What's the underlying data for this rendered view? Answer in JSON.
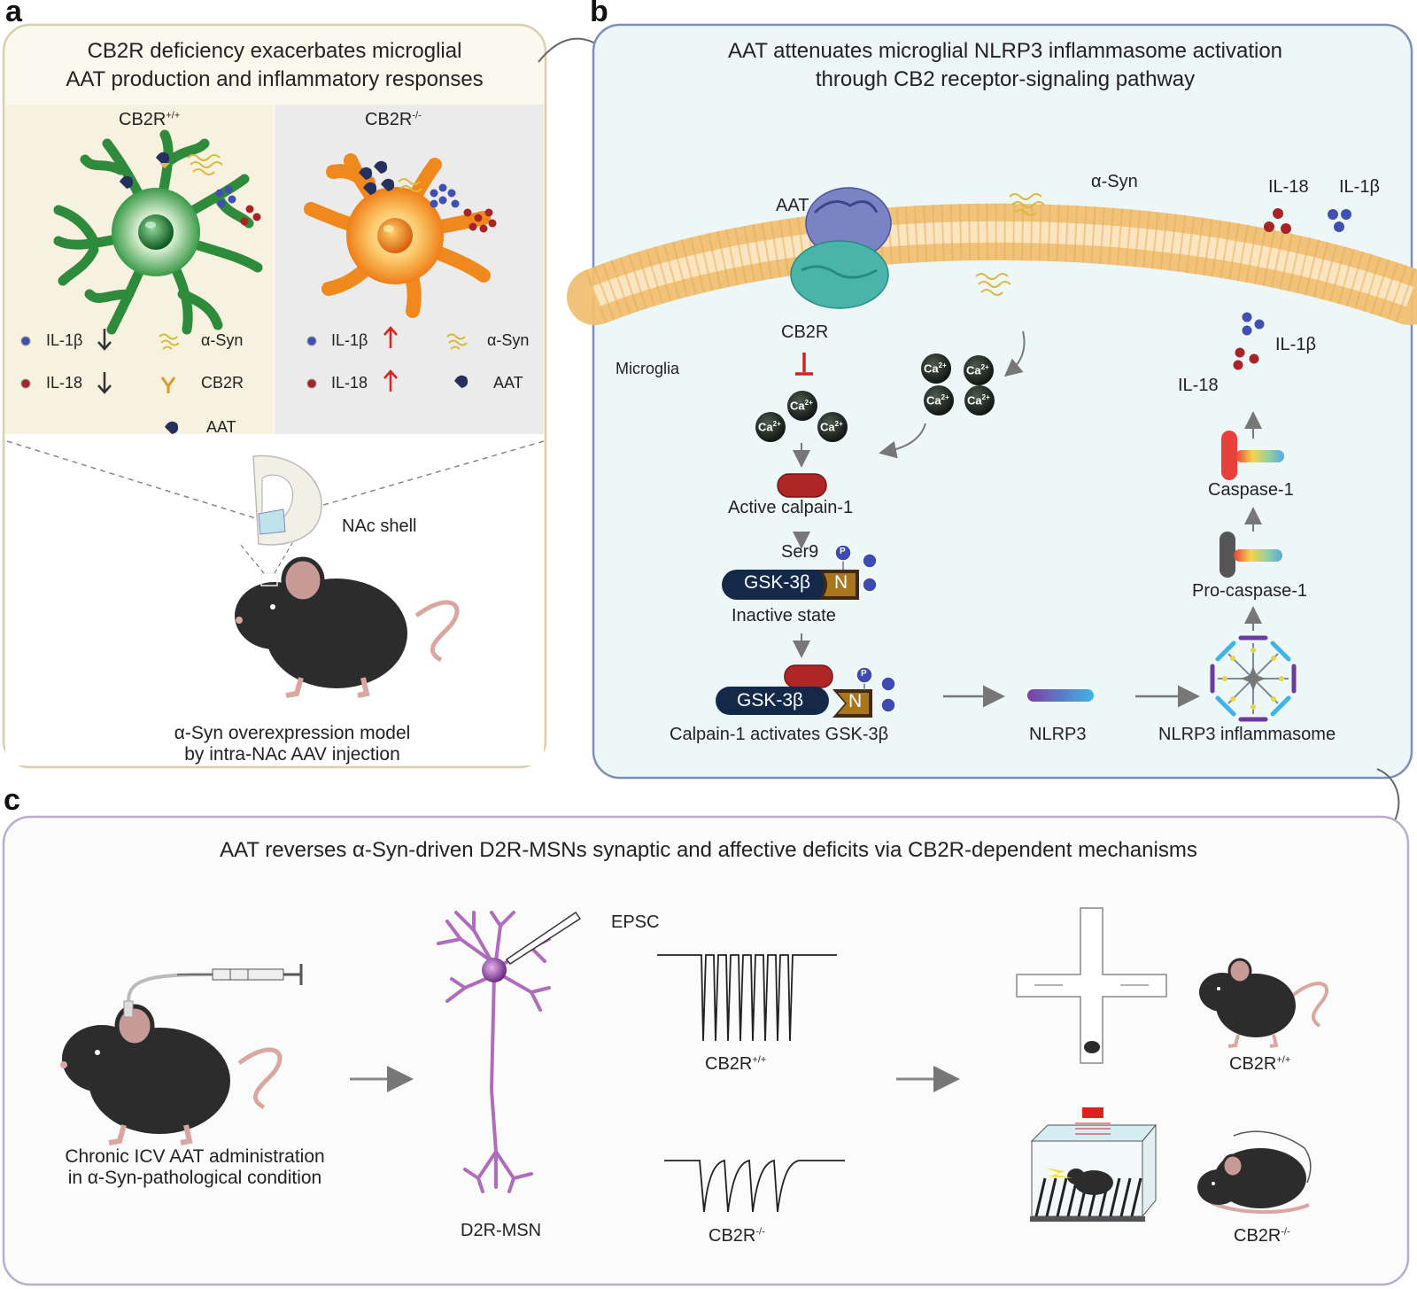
{
  "panel_a": {
    "letter": "a",
    "title_line1": "CB2R deficiency exacerbates microglial",
    "title_line2": "AAT production and inflammatory responses",
    "wt": {
      "base": "CB2R",
      "sup": "+/+"
    },
    "ko": {
      "base": "CB2R",
      "sup": "-/-"
    },
    "legend_wt": {
      "il1b": "IL-1β",
      "il18": "IL-18",
      "asyn": "α-Syn",
      "cb2r": "CB2R",
      "aat": "AAT"
    },
    "legend_ko": {
      "il1b": "IL-1β",
      "il18": "IL-18",
      "asyn": "α-Syn",
      "aat": "AAT"
    },
    "nac_shell": "NAc shell",
    "model_line1": "α-Syn overexpression model",
    "model_line2": "by intra-NAc AAV injection"
  },
  "panel_b": {
    "letter": "b",
    "title_line1": "AAT attenuates microglial NLRP3 inflammasome activation",
    "title_line2": "through CB2 receptor-signaling pathway",
    "aat": "AAT",
    "asyn": "α-Syn",
    "il18_top": "IL-18",
    "il1b_top": "IL-1β",
    "cb2r": "CB2R",
    "microglia": "Microglia",
    "ca": "Ca",
    "ca_sup": "2+",
    "active_calpain": "Active calpain-1",
    "ser9": "Ser9",
    "gsk": "GSK-3β",
    "n": "N",
    "p": "P",
    "inactive_state": "Inactive state",
    "calpain_activates": "Calpain-1 activates GSK-3β",
    "nlrp3": "NLRP3",
    "nlrp3_inflammasome": "NLRP3 inflammasome",
    "pro_caspase": "Pro-caspase-1",
    "caspase": "Caspase-1",
    "il1b_out": "IL-1β",
    "il18_out": "IL-18"
  },
  "panel_c": {
    "letter": "c",
    "title": "AAT reverses α-Syn-driven D2R-MSNs synaptic and affective deficits via CB2R-dependent mechanisms",
    "admin_line1": "Chronic ICV AAT administration",
    "admin_line2": "in α-Syn-pathological condition",
    "d2r_msn": "D2R-MSN",
    "epsc": "EPSC",
    "wt": {
      "base": "CB2R",
      "sup": "+/+"
    },
    "ko": {
      "base": "CB2R",
      "sup": "-/-"
    }
  },
  "colors": {
    "panel_a_border": "#d9cfae",
    "panel_b_border": "#7d8fb8",
    "panel_b_fill": "#eef7f8",
    "panel_c_border": "#b9acd0",
    "membrane": "#f1c27a",
    "microglia_wt": "#3a9a48",
    "microglia_ko": "#f08a1e",
    "il1b": "#3b45a8",
    "il18": "#a82424",
    "calpain": "#b02626",
    "gsk": "#14294a",
    "mouse": "#2c2c2c"
  }
}
